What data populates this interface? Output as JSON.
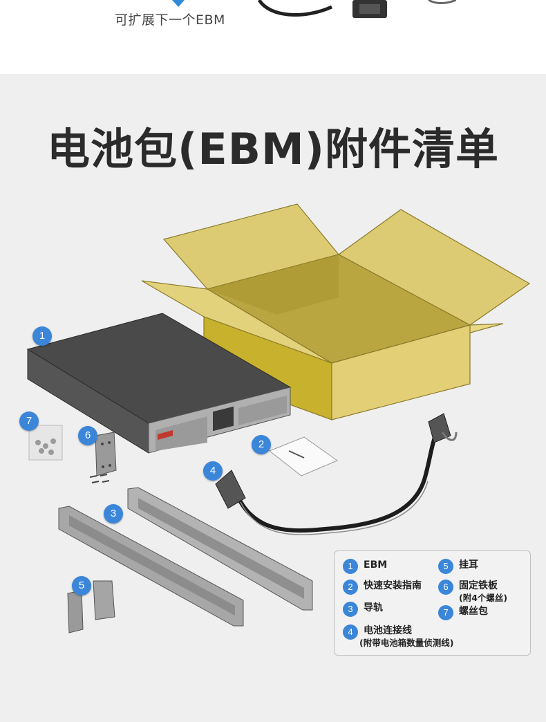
{
  "top": {
    "caption": "可扩展下一个EBM"
  },
  "title": "电池包(EBM)附件清单",
  "badges": [
    "1",
    "2",
    "3",
    "4",
    "5",
    "6",
    "7"
  ],
  "legend": {
    "items": [
      {
        "num": "1",
        "label": "EBM",
        "sub": ""
      },
      {
        "num": "2",
        "label": "快速安装指南",
        "sub": ""
      },
      {
        "num": "3",
        "label": "导轨",
        "sub": ""
      },
      {
        "num": "4",
        "label": "电池连接线",
        "sub": "(附带电池箱数量侦测线)"
      },
      {
        "num": "5",
        "label": "挂耳",
        "sub": ""
      },
      {
        "num": "6",
        "label": "固定铁板",
        "sub": "(附4个螺丝)"
      },
      {
        "num": "7",
        "label": "螺丝包",
        "sub": ""
      }
    ]
  },
  "colors": {
    "accent": "#3b86d9",
    "panel_bg": "#efefef",
    "box_yellow": "#d6c25a",
    "box_dark": "#b9a63a"
  }
}
